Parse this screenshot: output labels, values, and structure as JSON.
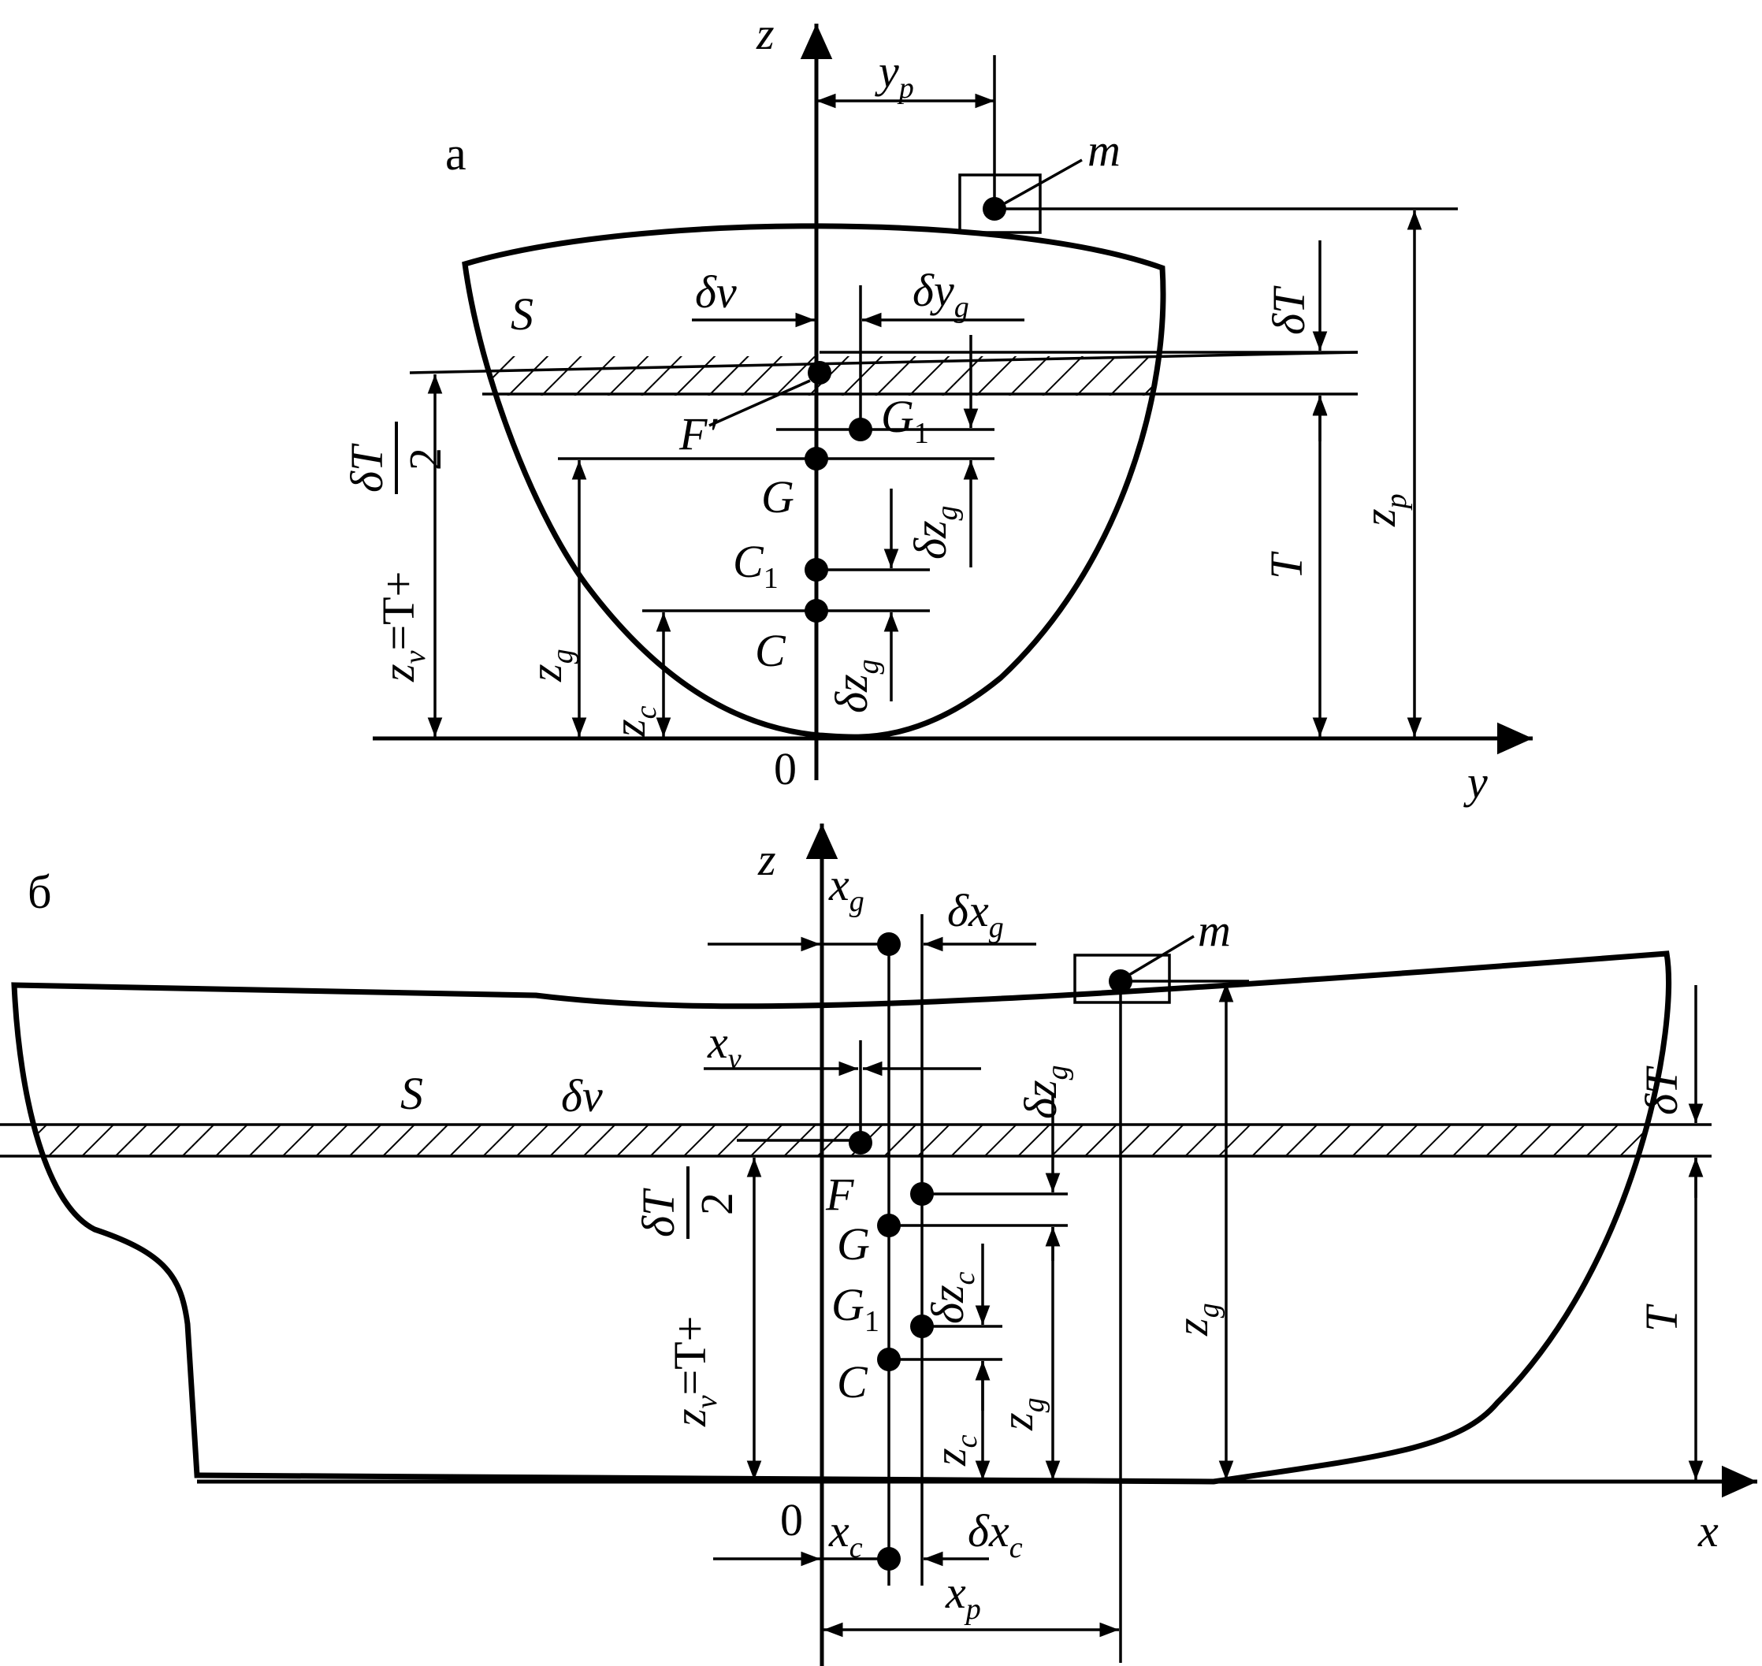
{
  "panel_a": {
    "panel_label": "а",
    "labels": {
      "z_axis": "z",
      "y_axis": "y",
      "origin": "0",
      "m": "m",
      "S": "S",
      "dv": "δv",
      "yp": "y",
      "yp_sub": "p",
      "dyg": "δy",
      "dyg_sub": "g",
      "dT": "δT",
      "T": "T",
      "zp": "z",
      "zp_sub": "p",
      "Fp": "F′",
      "G1": "G",
      "G1_sub": "1",
      "G": "G",
      "C1": "C",
      "C1_sub": "1",
      "C": "C",
      "dzg_upper": "δz",
      "dzg_upper_sub": "g",
      "dzg_lower": "δz",
      "dzg_lower_sub": "g",
      "zg": "z",
      "zg_sub": "g",
      "zc": "z",
      "zc_sub": "c",
      "zv_left": "z",
      "zv_sub": "v",
      "zv_eq": "=T+",
      "frac_num": "δT",
      "frac_den": "2"
    }
  },
  "panel_b": {
    "panel_label": "б",
    "labels": {
      "z_axis": "z",
      "x_axis": "x",
      "origin": "0",
      "m": "m",
      "S": "S",
      "dv": "δv",
      "xg": "x",
      "xg_sub": "g",
      "dxg": "δx",
      "dxg_sub": "g",
      "xv": "x",
      "xv_sub": "v",
      "dzg_top": "δz",
      "dzg_top_sub": "g",
      "dT": "δT",
      "F": "F",
      "G": "G",
      "G1": "G",
      "G1_sub": "1",
      "C": "C",
      "dzc": "δz",
      "dzc_sub": "c",
      "zg_mid": "z",
      "zg_mid_sub": "g",
      "zc": "z",
      "zc_sub": "c",
      "zg_right": "z",
      "zg_right_sub": "g",
      "T": "T",
      "zv_left": "z",
      "zv_sub": "v",
      "zv_eq": "=T+",
      "frac_num": "δT",
      "frac_den": "2",
      "xc": "x",
      "xc_sub": "c",
      "dxc": "δx",
      "dxc_sub": "c",
      "xp": "x",
      "xp_sub": "p"
    }
  }
}
